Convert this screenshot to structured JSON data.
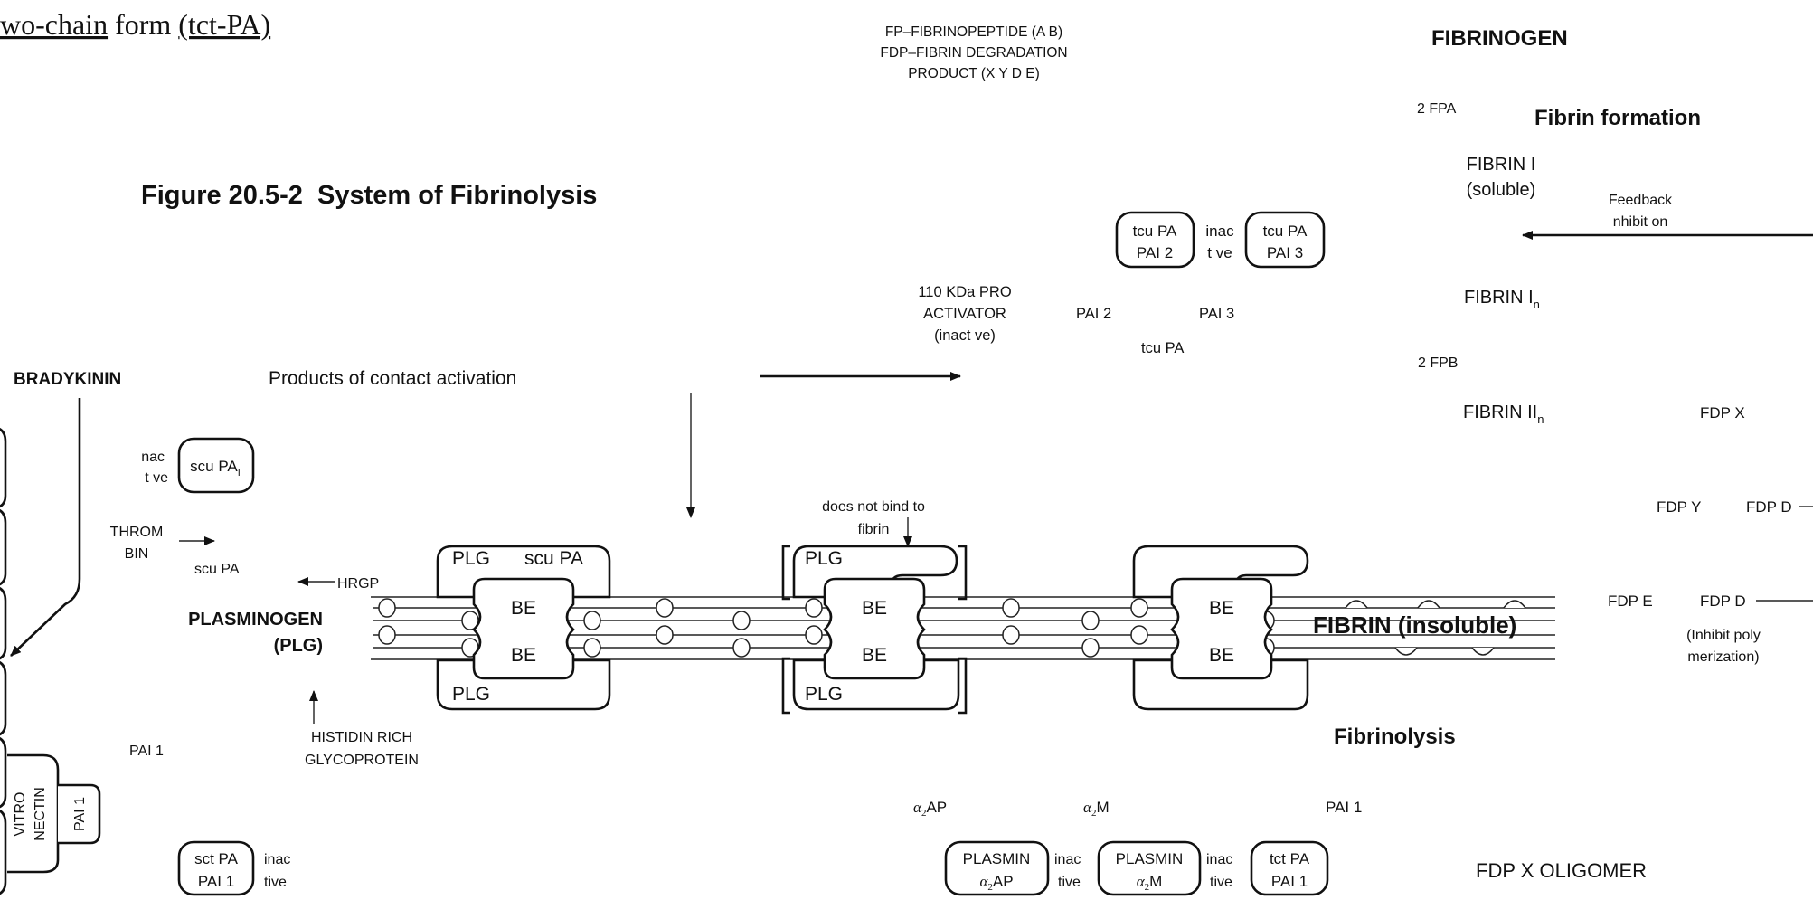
{
  "header_fragment": {
    "prefix": "wo-chain",
    "middle": " form ",
    "abbrev": "(tct-PA)",
    "tail": ""
  },
  "figure_title": "Figure 20.5-2  System of Fibrinolysis",
  "legend": {
    "line1": "FP–FIBRINOPEPTIDE (A  B)",
    "line2": "FDP–FIBRIN DEGRADATION",
    "line3": "PRODUCT (X  Y  D  E)"
  },
  "fibrin_formation": {
    "fibrinogen": "FIBRINOGEN",
    "fpa": "2 FPA",
    "heading": "Fibrin formation",
    "fibrin1": "FIBRIN I",
    "soluble": "(soluble)",
    "feedback1": "Feedback",
    "feedback2": "nhibit on",
    "fibrin_in": "FIBRIN I",
    "fibrin_in_sub": "n",
    "fpb": "2 FPB",
    "fibrin_iin": "FIBRIN II",
    "fibrin_iin_sub": "n"
  },
  "fdp": {
    "x": "FDP X",
    "y": "FDP Y",
    "d1": "FDP D",
    "e": "FDP E",
    "d2": "FDP D",
    "inhibit1": "(Inhibit poly",
    "inhibit2": "merization)",
    "oligomer": "FDP X OLIGOMER"
  },
  "complexes_top": {
    "box1_line1": "tcu PA",
    "box1_line2": "PAI 2",
    "inactive1": "inac",
    "inactive2": "t ve",
    "box2_line1": "tcu PA",
    "box2_line2": "PAI 3"
  },
  "pro_activator": {
    "line1": "110 KDa PRO",
    "line2": "ACTIVATOR",
    "line3": "(inact ve)",
    "pai2": "PAI 2",
    "pai3": "PAI 3",
    "tcupa": "tcu PA"
  },
  "left": {
    "bradykinin": "BRADYKININ",
    "contact": "Products of contact activation",
    "inactive1": "nac",
    "inactive2": "t ve",
    "scupai": "scu PA",
    "scupai_sub": "I",
    "thrombin1": "THROM",
    "thrombin2": "BIN",
    "scupa": "scu PA",
    "hrgp": "HRGP",
    "plasminogen": "PLASMINOGEN",
    "plg": "(PLG)",
    "histidin1": "HISTIDIN RICH",
    "histidin2": "GLYCOPROTEIN",
    "pai1": "PAI 1",
    "vitronectin1": "VITRO",
    "vitronectin2": "NECTIN",
    "vitro_pai1": "PAI 1",
    "sct_line1": "sct PA",
    "sct_line2": "PAI 1",
    "sct_inactive1": "inac",
    "sct_inactive2": "tive"
  },
  "strand": {
    "complex1_top_left": "PLG",
    "complex1_top_right": "scu PA",
    "complex1_bottom": "PLG",
    "be": "BE",
    "note1": "does not bind to",
    "note2": "fibrin",
    "complex2_top": "PLG",
    "complex2_bottom": "PLG",
    "fibrin_label": "FIBRIN (insoluble)"
  },
  "fibrinolysis": {
    "heading": "Fibrinolysis",
    "a2ap": "AP",
    "a2m": "M",
    "alpha": "α",
    "two": "2",
    "pai1": "PAI 1",
    "plasmin": "PLASMIN",
    "inac": "inac",
    "tive": "tive",
    "tctpa": "tct PA",
    "tct_pai1": "PAI 1"
  }
}
